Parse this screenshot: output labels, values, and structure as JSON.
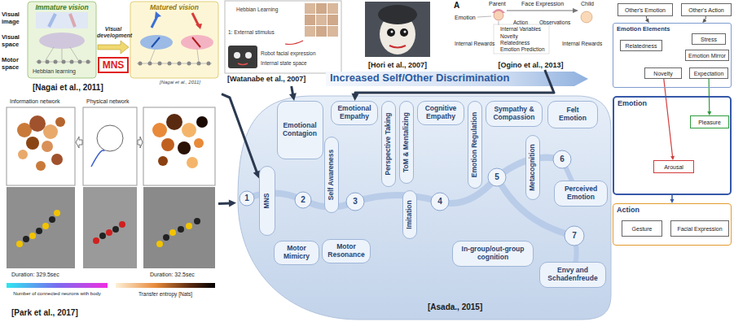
{
  "diagram": {
    "nodes": [
      {
        "text": [
          "[Nagai et al., 2011]"
        ]
      },
      {
        "text": [
          "Immature vision"
        ],
        "in": 0
      },
      {
        "text": [
          "Matured vision"
        ],
        "in": 0
      },
      {
        "text": [
          "MNS"
        ],
        "in": 0
      },
      {
        "text": [
          "[Watanabe et al., 2007]"
        ]
      },
      {
        "text": [
          "[Hori et al., 2007]"
        ]
      },
      {
        "text": [
          "[Ogino et al., 2013]"
        ]
      },
      {
        "text": [
          "Other's Emotion"
        ]
      },
      {
        "text": [
          "Other's Action"
        ]
      },
      {
        "text": [
          "Emotion Elements"
        ]
      },
      {
        "text": [
          "Relatedness"
        ],
        "in": 9
      },
      {
        "text": [
          "Novelty"
        ],
        "in": 9
      },
      {
        "text": [
          "Stress"
        ],
        "in": 9
      },
      {
        "text": [
          "Emotion Mirror"
        ],
        "in": 9
      },
      {
        "text": [
          "Expectation"
        ],
        "in": 9
      },
      {
        "text": [
          "Emotion"
        ]
      },
      {
        "text": [
          "Pleasure"
        ],
        "in": 15
      },
      {
        "text": [
          "Arousal"
        ],
        "in": 15
      },
      {
        "text": [
          "Action"
        ]
      },
      {
        "text": [
          "Gesture"
        ],
        "in": 18
      },
      {
        "text": [
          "Facial Expression"
        ],
        "in": 18
      },
      {
        "text": [
          "[Park et al., 2017]"
        ]
      },
      {
        "text": [
          "[Asada., 2015]"
        ]
      },
      {
        "text": [
          "MNS"
        ],
        "in": 22
      },
      {
        "text": [
          "Emotional Contagion"
        ],
        "in": 22
      },
      {
        "text": [
          "Self Awareness"
        ],
        "in": 22
      },
      {
        "text": [
          "Motor Mimicry"
        ],
        "in": 22
      },
      {
        "text": [
          "Motor Resonance"
        ],
        "in": 22
      },
      {
        "text": [
          "Emotional Empathy"
        ],
        "in": 22
      },
      {
        "text": [
          "Perspective Taking"
        ],
        "in": 22
      },
      {
        "text": [
          "ToM & Mentalizing"
        ],
        "in": 22
      },
      {
        "text": [
          "Cognitive Empathy"
        ],
        "in": 22
      },
      {
        "text": [
          "Imitation"
        ],
        "in": 22
      },
      {
        "text": [
          "Emotion Regulation"
        ],
        "in": 22
      },
      {
        "text": [
          "Sympathy & Compassion"
        ],
        "in": 22
      },
      {
        "text": [
          "Metacognition"
        ],
        "in": 22
      },
      {
        "text": [
          "Felt Emotion"
        ],
        "in": 22
      },
      {
        "text": [
          "Perceived Emotion"
        ],
        "in": 22
      },
      {
        "text": [
          "In-group/out-group cognition"
        ],
        "in": 22
      },
      {
        "text": [
          "Envy and Schadenfreude"
        ],
        "in": 22
      }
    ],
    "edges": [
      {
        "from": 0,
        "to": 23,
        "arrow": "to"
      },
      {
        "from": 4,
        "to": 24,
        "arrow": "to"
      },
      {
        "from": 6,
        "to": 28,
        "arrow": "to"
      },
      {
        "from": 21,
        "to": 22,
        "arrow": "to"
      },
      {
        "from": 7,
        "to": 9,
        "arrow": "to"
      },
      {
        "from": 8,
        "to": 9,
        "arrow": "to"
      },
      {
        "from": 14,
        "to": 16,
        "arrow": "to"
      },
      {
        "from": 11,
        "to": 17,
        "arrow": "to"
      },
      {
        "from": 15,
        "to": 18,
        "arrow": "to"
      }
    ],
    "labels": [
      "Visual image",
      "Visual space",
      "Motor space",
      "Visual development",
      "Hebbian learning",
      "[Nagai et al., 2011]",
      "Hebbian Learning",
      "1: External stimulus",
      "Robot facial expression",
      "Internal state space",
      "A",
      "Parent",
      "Face Expression",
      "Child",
      "Emotion",
      "Action",
      "Observations",
      "Internal Rewards",
      "Internal Variables",
      "Novelty",
      "Relatedness",
      "Emotion Prediction",
      "Internal Rewards",
      "Information network",
      "Physical network",
      "Duration: 329.5sec",
      "Duration: 32.5sec",
      "Number of connected neurons with body",
      "Transfer entropy [Nats]",
      "Increased Self/Other Discrimination",
      "1",
      "2",
      "3",
      "4",
      "5",
      "6",
      "7"
    ]
  }
}
